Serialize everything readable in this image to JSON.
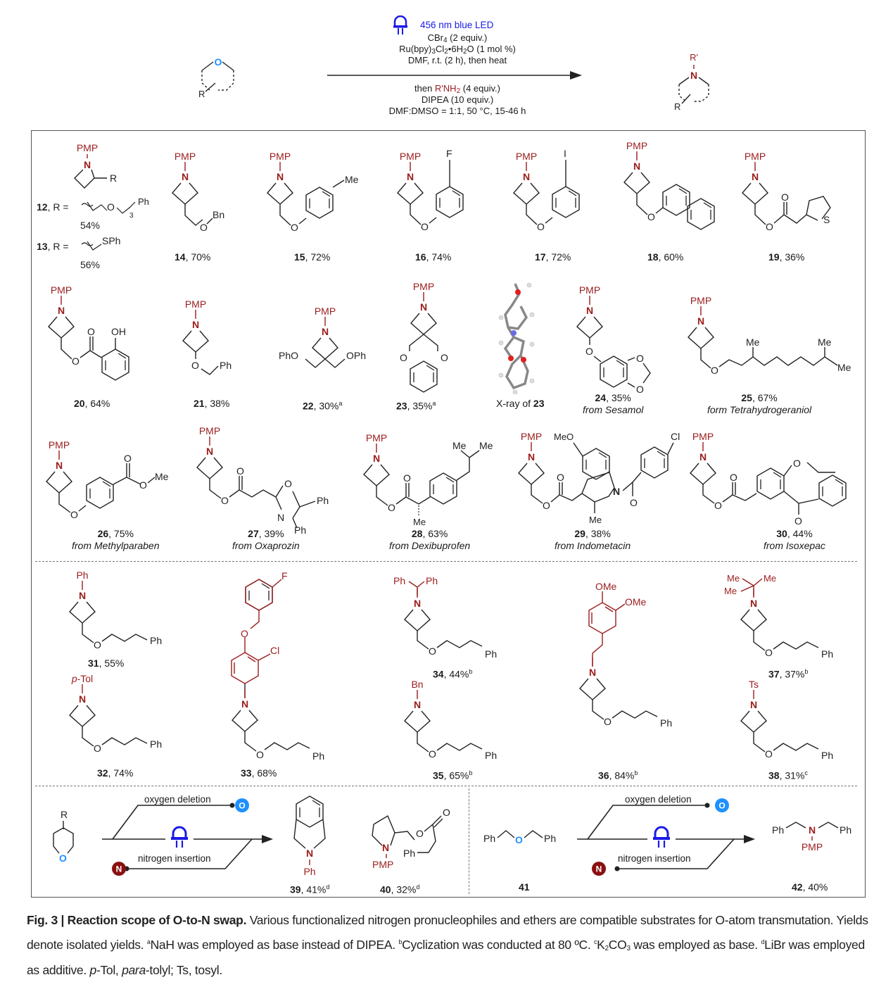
{
  "scheme": {
    "reactant_atom": "O",
    "reactant_substituent": "R",
    "product_atom": "N",
    "product_substituent_top": "R'",
    "product_substituent": "R",
    "light_source": "456 nm blue LED",
    "conditions_above": [
      "CBr4 (2 equiv.)",
      "Ru(bpy)3Cl2•6H2O (1 mol %)",
      "DMF, r.t. (2 h), then heat"
    ],
    "conditions_below": [
      "then R'NH2 (4 equiv.)",
      "DIPEA (10 equiv.)",
      "DMF:DMSO = 1:1, 50 °C, 15-46 h"
    ],
    "colors": {
      "oxygen": "#1e90ff",
      "nitrogen": "#9b1c1c",
      "led": "#1a1ae6"
    }
  },
  "compounds": [
    {
      "id": "12",
      "yield": "54%",
      "substituent": "R = CH2O(CH2)3Ph",
      "n_label": "PMP"
    },
    {
      "id": "13",
      "yield": "56%",
      "substituent": "R = CH2SPh",
      "n_label": "PMP"
    },
    {
      "id": "14",
      "yield": "70%",
      "n_label": "PMP",
      "group": "Bn"
    },
    {
      "id": "15",
      "yield": "72%",
      "n_label": "PMP",
      "group": "Me"
    },
    {
      "id": "16",
      "yield": "74%",
      "n_label": "PMP",
      "group": "F"
    },
    {
      "id": "17",
      "yield": "72%",
      "n_label": "PMP",
      "group": "I"
    },
    {
      "id": "18",
      "yield": "60%",
      "n_label": "PMP"
    },
    {
      "id": "19",
      "yield": "36%",
      "n_label": "PMP",
      "group": "S"
    },
    {
      "id": "20",
      "yield": "64%",
      "n_label": "PMP",
      "group": "OH"
    },
    {
      "id": "21",
      "yield": "38%",
      "n_label": "PMP",
      "group": "Ph"
    },
    {
      "id": "22",
      "yield": "30%",
      "note": "a",
      "n_label": "PMP",
      "group": "PhO / OPh"
    },
    {
      "id": "23",
      "yield": "35%",
      "note": "a",
      "n_label": "PMP"
    },
    {
      "id": "24",
      "yield": "35%",
      "source": "from Sesamol",
      "n_label": "PMP"
    },
    {
      "id": "25",
      "yield": "67%",
      "source": "form Tetrahydrogeraniol",
      "n_label": "PMP"
    },
    {
      "id": "26",
      "yield": "75%",
      "source": "from Methylparaben",
      "n_label": "PMP"
    },
    {
      "id": "27",
      "yield": "39%",
      "source": "from Oxaprozin",
      "n_label": "PMP"
    },
    {
      "id": "28",
      "yield": "63%",
      "source": "from Dexibuprofen",
      "n_label": "PMP"
    },
    {
      "id": "29",
      "yield": "38%",
      "source": "from Indometacin",
      "n_label": "PMP"
    },
    {
      "id": "30",
      "yield": "44%",
      "source": "from Isoxepac",
      "n_label": "PMP"
    },
    {
      "id": "31",
      "yield": "55%",
      "n_label": "Ph"
    },
    {
      "id": "32",
      "yield": "74%",
      "n_label": "p-Tol"
    },
    {
      "id": "33",
      "yield": "68%"
    },
    {
      "id": "34",
      "yield": "44%",
      "note": "b",
      "n_label": "CHPh2"
    },
    {
      "id": "35",
      "yield": "65%",
      "note": "b",
      "n_label": "Bn"
    },
    {
      "id": "36",
      "yield": "84%",
      "note": "b"
    },
    {
      "id": "37",
      "yield": "37%",
      "note": "b",
      "n_label": "tBu"
    },
    {
      "id": "38",
      "yield": "31%",
      "note": "c",
      "n_label": "Ts"
    },
    {
      "id": "39",
      "yield": "41%",
      "note": "d",
      "n_label": "Ph"
    },
    {
      "id": "40",
      "yield": "32%",
      "note": "d",
      "n_label": "PMP"
    },
    {
      "id": "41",
      "yield": ""
    },
    {
      "id": "42",
      "yield": "40%",
      "n_label": "PMP"
    }
  ],
  "xray_label": "X-ray of",
  "xray_compound": "23",
  "swap_scheme": {
    "top_label": "oxygen deletion",
    "bottom_label": "nitrogen insertion",
    "o_badge": "O",
    "n_badge": "N"
  },
  "labels": {
    "PMP": "PMP",
    "Ph": "Ph",
    "Bn": "Bn",
    "Me": "Me",
    "F": "F",
    "I": "I",
    "S": "S",
    "O": "O",
    "N": "N",
    "OH": "OH",
    "PhO": "PhO",
    "OPh": "OPh",
    "MeO": "MeO",
    "OMe": "OMe",
    "Cl": "Cl",
    "pTol": "p-Tol",
    "Ts": "Ts",
    "R": "R",
    "three": "3",
    "SPh": "SPh"
  },
  "caption": {
    "fig": "Fig. 3 |",
    "title": "Reaction scope of O-to-N swap.",
    "line1": "Various functionalized nitrogen pronucleophiles and ethers are compatible substrates for O-atom transmutation. Yields denote isolated yields.",
    "note_a": "NaH was employed as base instead of DIPEA.",
    "note_b": "Cyclization was conducted at 80 ºC.",
    "note_c": "K2CO3 was employed as base.",
    "note_d": "LiBr was employed as additive.",
    "abbrev": "p-Tol, para-tolyl; Ts, tosyl."
  }
}
